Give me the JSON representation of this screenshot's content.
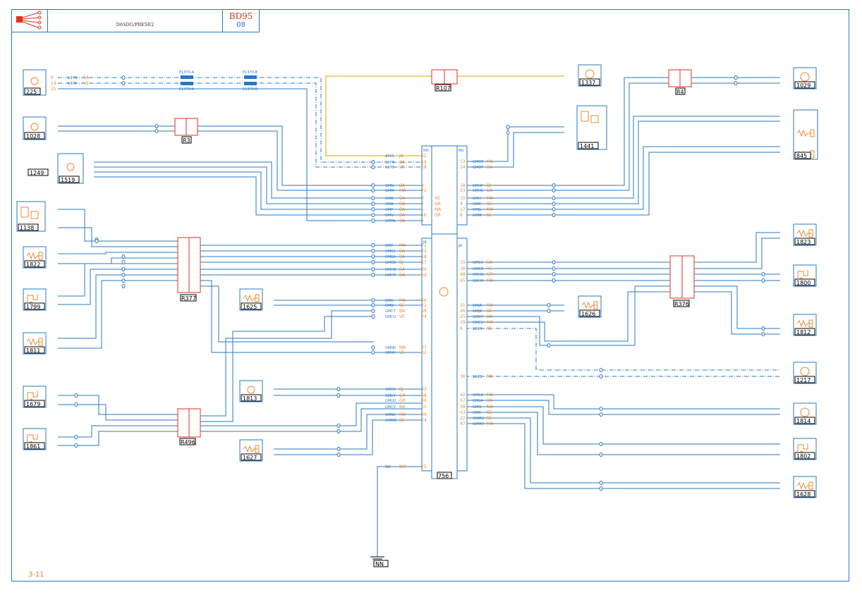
{
  "header": {
    "title": "D6SDG/PRESE2",
    "code": "BD95",
    "subcode": "08"
  },
  "page_number": "3-11",
  "ecu": {
    "id": "756",
    "top_left_code": "NO",
    "top_right_code": "NO",
    "mid_left_code": "JA",
    "mid_right_code": "JA"
  },
  "components": [
    {
      "id": "225"
    },
    {
      "id": "1028"
    },
    {
      "id": "1249"
    },
    {
      "id": "1519"
    },
    {
      "id": "1138"
    },
    {
      "id": "1822"
    },
    {
      "id": "1799"
    },
    {
      "id": "1811"
    },
    {
      "id": "1679"
    },
    {
      "id": "1861"
    },
    {
      "id": "1625"
    },
    {
      "id": "1813"
    },
    {
      "id": "1627"
    },
    {
      "id": "1337"
    },
    {
      "id": "1441"
    },
    {
      "id": "1029"
    },
    {
      "id": "845"
    },
    {
      "id": "1823"
    },
    {
      "id": "1800"
    },
    {
      "id": "1626"
    },
    {
      "id": "1812"
    },
    {
      "id": "1217"
    },
    {
      "id": "1814"
    },
    {
      "id": "1802"
    },
    {
      "id": "1628"
    },
    {
      "id": "NN"
    }
  ],
  "connectors": [
    {
      "id": "R3"
    },
    {
      "id": "R4"
    },
    {
      "id": "R107"
    },
    {
      "id": "R377"
    },
    {
      "id": "R376"
    },
    {
      "id": "R496"
    }
  ],
  "splices": {
    "a1": "E1370-A",
    "a2": "E1370-A",
    "b1": "E1370-B",
    "b2": "E1370-B"
  },
  "wires_top_left": [
    {
      "pin": "9",
      "code": "137N",
      "color": "BA"
    },
    {
      "pin": "14",
      "code": "1370",
      "color": "VE"
    },
    {
      "pin": "15",
      "code": "",
      "color": ""
    }
  ],
  "ecu_left_top": [
    {
      "code": "AP25",
      "color": "JA",
      "pin": "12"
    },
    {
      "code": "137N",
      "color": "BA",
      "pin": "19"
    },
    {
      "code": "1370",
      "color": "VE",
      "pin": "18"
    },
    {
      "code": "GMN",
      "color": "BA",
      "pin": "9"
    },
    {
      "code": "GMM",
      "color": "MA",
      "pin": "22"
    },
    {
      "code": "GMB",
      "color": "BA",
      "pin": "3"
    },
    {
      "code": "GMA",
      "color": "BA",
      "pin": "2"
    },
    {
      "code": "GMP",
      "color": "BA",
      "pin": "5"
    },
    {
      "code": "GMU",
      "color": "BA",
      "pin": "16"
    },
    {
      "code": "GMPA",
      "color": "BA",
      "pin": "1"
    }
  ],
  "ecu_left_mid": [
    {
      "code": "GMP",
      "color": "MA",
      "pin": "72"
    },
    {
      "code": "GMCL",
      "color": "BA",
      "pin": "73"
    },
    {
      "code": "GMEA",
      "color": "BA",
      "pin": "18"
    },
    {
      "code": "GMCD",
      "color": "BJ",
      "pin": "17"
    },
    {
      "code": "GMHB",
      "color": "BA",
      "pin": "39"
    },
    {
      "code": "GMHT",
      "color": "BA",
      "pin": "64"
    },
    {
      "code": "GMC",
      "color": "MA",
      "pin": "46"
    },
    {
      "code": "GMD",
      "color": "BE",
      "pin": "22"
    },
    {
      "code": "GMCT",
      "color": "BA",
      "pin": "59"
    },
    {
      "code": "GMCU",
      "color": "VE",
      "pin": "74"
    },
    {
      "code": "GMNU",
      "color": "MA",
      "pin": "37"
    },
    {
      "code": "GMVY",
      "color": "VE",
      "pin": "82"
    },
    {
      "code": "GMCX",
      "color": "BJ",
      "pin": "43"
    },
    {
      "code": "GMCY",
      "color": "GR",
      "pin": "68"
    },
    {
      "code": "GMUU",
      "color": "GR",
      "pin": "36"
    },
    {
      "code": "GMCV",
      "color": "BA",
      "pin": "61"
    },
    {
      "code": "GMNC",
      "color": "MA",
      "pin": "49"
    },
    {
      "code": "GMMD",
      "color": "BE",
      "pin": "24"
    },
    {
      "code": "NN",
      "color": "NO",
      "pin": "75"
    }
  ],
  "ecu_right_top": [
    {
      "pin": "13",
      "code": "GMD9",
      "color": "MA"
    },
    {
      "pin": "14",
      "code": "GMDT",
      "color": "BA"
    },
    {
      "pin": "18",
      "code": "GMHP",
      "color": "BJ"
    },
    {
      "pin": "23",
      "code": "GMHC",
      "color": "BA"
    },
    {
      "pin": "15",
      "code": "GMH",
      "color": "MA"
    },
    {
      "pin": "4",
      "code": "GMK",
      "color": "BE"
    },
    {
      "pin": "17",
      "code": "GMJL",
      "color": "MA"
    },
    {
      "pin": "6",
      "code": "GMM",
      "color": "BE"
    }
  ],
  "ecu_right_mid": [
    {
      "pin": "15",
      "code": "GMCC",
      "color": "BA"
    },
    {
      "pin": "16",
      "code": "GMCD",
      "color": "VE"
    },
    {
      "pin": "48",
      "code": "GMHG",
      "color": "GR"
    },
    {
      "pin": "65",
      "code": "GMHR",
      "color": "MA"
    },
    {
      "pin": "21",
      "code": "GMJA",
      "color": "MA"
    },
    {
      "pin": "46",
      "code": "GMJB",
      "color": "BE"
    },
    {
      "pin": "25",
      "code": "GMCY",
      "color": "BA"
    },
    {
      "pin": "19",
      "code": "GMCU",
      "color": "MA"
    },
    {
      "pin": "6",
      "code": "1G80",
      "color": "BE"
    },
    {
      "pin": "36",
      "code": "1G8E",
      "color": "MA"
    },
    {
      "pin": "42",
      "code": "GMCZ",
      "color": "MA"
    },
    {
      "pin": "67",
      "code": "GMLA",
      "color": "BA"
    },
    {
      "pin": "38",
      "code": "GMN",
      "color": "NO"
    },
    {
      "pin": "63",
      "code": "GMK",
      "color": "BE"
    },
    {
      "pin": "22",
      "code": "GMMU",
      "color": "BE"
    },
    {
      "pin": "47",
      "code": "GMMH",
      "color": "MA"
    }
  ],
  "ecu_internal": {
    "c1": "VE",
    "c2": "GR",
    "c3": "MA",
    "c4": "GR"
  }
}
